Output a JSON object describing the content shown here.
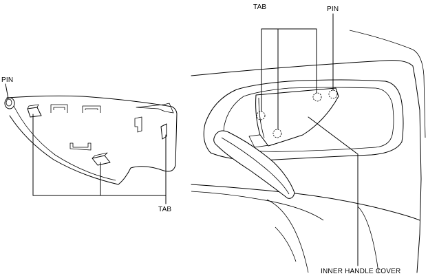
{
  "labels": {
    "left_pin": "PIN",
    "left_tab": "TAB",
    "right_tab": "TAB",
    "right_pin": "PIN",
    "cover": "INNER HANDLE COVER"
  },
  "colors": {
    "line": "#000000",
    "background": "#ffffff"
  }
}
